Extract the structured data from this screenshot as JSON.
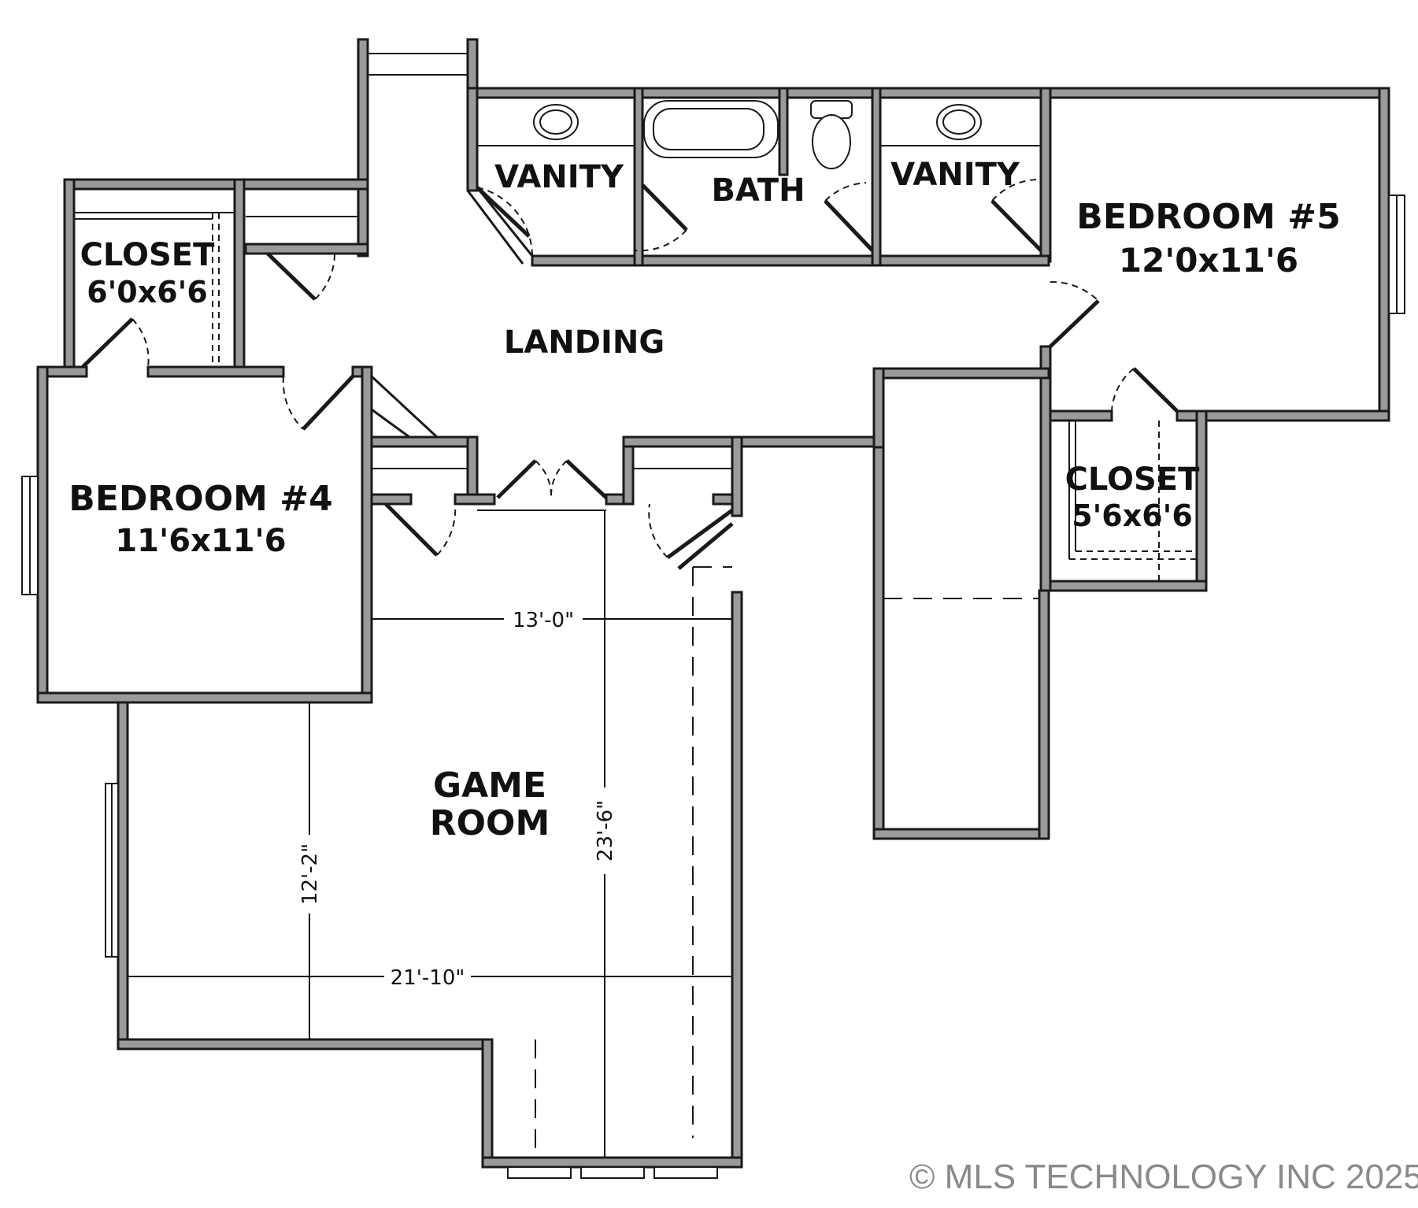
{
  "rooms": {
    "closet_left": {
      "name": "CLOSET",
      "size": "6'0x6'6"
    },
    "bedroom4": {
      "name": "BEDROOM #4",
      "size": "11'6x11'6"
    },
    "landing": {
      "name": "LANDING"
    },
    "vanity_left": {
      "name": "VANITY"
    },
    "bath": {
      "name": "BATH"
    },
    "vanity_right": {
      "name": "VANITY"
    },
    "bedroom5": {
      "name": "BEDROOM #5",
      "size": "12'0x11'6"
    },
    "closet_right": {
      "name": "CLOSET",
      "size": "5'6x6'6"
    },
    "game_room": {
      "line1": "GAME",
      "line2": "ROOM"
    }
  },
  "dimensions": {
    "width_upper": "13'-0\"",
    "width_lower": "21'-10\"",
    "height_left": "12'-2\"",
    "height_center": "23'-6\""
  },
  "copyright": "© MLS TECHNOLOGY INC 2025"
}
